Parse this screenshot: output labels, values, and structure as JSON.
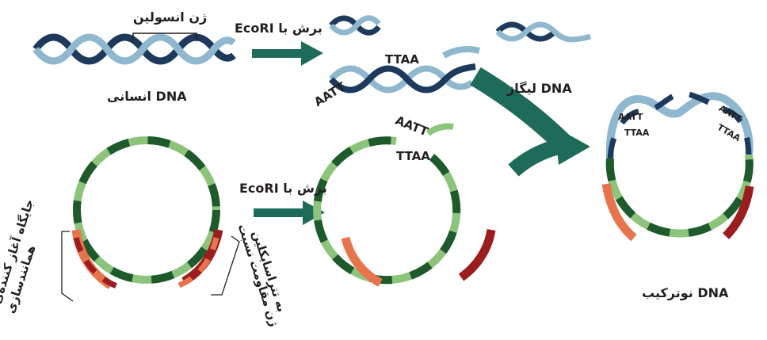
{
  "labels": {
    "insulin_gene": "ژن انسولین",
    "human_dna": "DNA انسانی",
    "cut_ecori_top": "برش با EcoRI",
    "cut_ecori_bottom": "برش با EcoRI",
    "ttaa_fragment": "TTAA",
    "aatt_fragment": "AATT",
    "dna_ligase": "DNA لیگاز",
    "aatt_plasmid": "AATT",
    "ttaa_plasmid": "TTAA",
    "recomb_aatt_left": "AATT",
    "recomb_ttaa_left": "TTAA",
    "recomb_aatt_right": "AATT",
    "recomb_ttaa_right": "TTAA",
    "recombinant_dna": "DNA نوترکیب",
    "origin_line1": "جایگاه آغاز کننده‌ی",
    "origin_line2": "همانندسازی",
    "resistance_line1": "ژن مقاومت نسبت",
    "resistance_line2": "به تتراسایکلین"
  },
  "colors": {
    "dark_navy": "#1d3a5c",
    "light_blue": "#8fb8cf",
    "dark_green": "#1e5a2c",
    "light_green": "#8dc47c",
    "dark_red": "#9b1d1d",
    "light_red": "#e8744e",
    "arrow_teal": "#1f6b5a"
  }
}
